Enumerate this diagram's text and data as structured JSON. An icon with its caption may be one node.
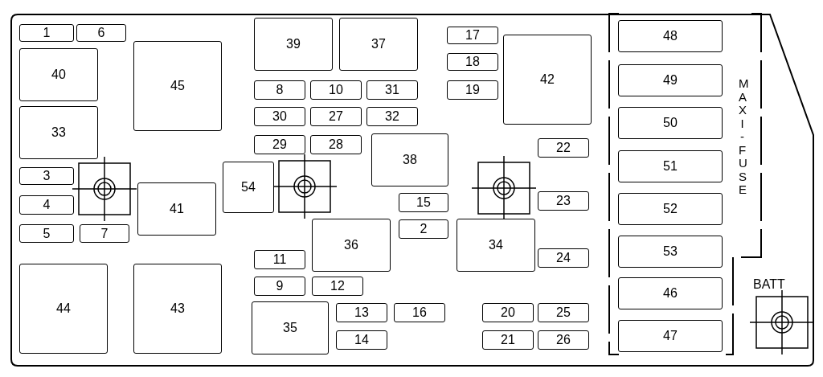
{
  "diagram": {
    "nodes": [
      {
        "text": [
          "1"
        ]
      },
      {
        "text": [
          "6"
        ]
      },
      {
        "text": [
          "40"
        ]
      },
      {
        "text": [
          "45"
        ]
      },
      {
        "text": [
          "33"
        ]
      },
      {
        "text": [
          "3"
        ]
      },
      {
        "text": [
          "4"
        ]
      },
      {
        "text": [
          "5"
        ]
      },
      {
        "text": [
          "7"
        ]
      },
      {
        "text": [
          "41"
        ]
      },
      {
        "text": [
          "44"
        ]
      },
      {
        "text": [
          "43"
        ]
      },
      {
        "text": [
          "39"
        ]
      },
      {
        "text": [
          "37"
        ]
      },
      {
        "text": [
          "8"
        ]
      },
      {
        "text": [
          "10"
        ]
      },
      {
        "text": [
          "31"
        ]
      },
      {
        "text": [
          "30"
        ]
      },
      {
        "text": [
          "27"
        ]
      },
      {
        "text": [
          "32"
        ]
      },
      {
        "text": [
          "29"
        ]
      },
      {
        "text": [
          "28"
        ]
      },
      {
        "text": [
          "54"
        ]
      },
      {
        "text": [
          "38"
        ]
      },
      {
        "text": [
          "15"
        ]
      },
      {
        "text": [
          "2"
        ]
      },
      {
        "text": [
          "36"
        ]
      },
      {
        "text": [
          "11"
        ]
      },
      {
        "text": [
          "9"
        ]
      },
      {
        "text": [
          "12"
        ]
      },
      {
        "text": [
          "35"
        ]
      },
      {
        "text": [
          "13"
        ]
      },
      {
        "text": [
          "14"
        ]
      },
      {
        "text": [
          "16"
        ]
      },
      {
        "text": [
          "17"
        ]
      },
      {
        "text": [
          "18"
        ]
      },
      {
        "text": [
          "19"
        ]
      },
      {
        "text": [
          "42"
        ]
      },
      {
        "text": [
          "22"
        ]
      },
      {
        "text": [
          "23"
        ]
      },
      {
        "text": [
          "34"
        ]
      },
      {
        "text": [
          "24"
        ]
      },
      {
        "text": [
          "20"
        ]
      },
      {
        "text": [
          "25"
        ]
      },
      {
        "text": [
          "21"
        ]
      },
      {
        "text": [
          "26"
        ]
      },
      {
        "text": [
          "48"
        ]
      },
      {
        "text": [
          "49"
        ]
      },
      {
        "text": [
          "50"
        ]
      },
      {
        "text": [
          "51"
        ]
      },
      {
        "text": [
          "52"
        ]
      },
      {
        "text": [
          "53"
        ]
      },
      {
        "text": [
          "46"
        ]
      },
      {
        "text": [
          "47"
        ]
      }
    ],
    "labels": [
      "MAXI-FUSE",
      "BATT"
    ]
  }
}
